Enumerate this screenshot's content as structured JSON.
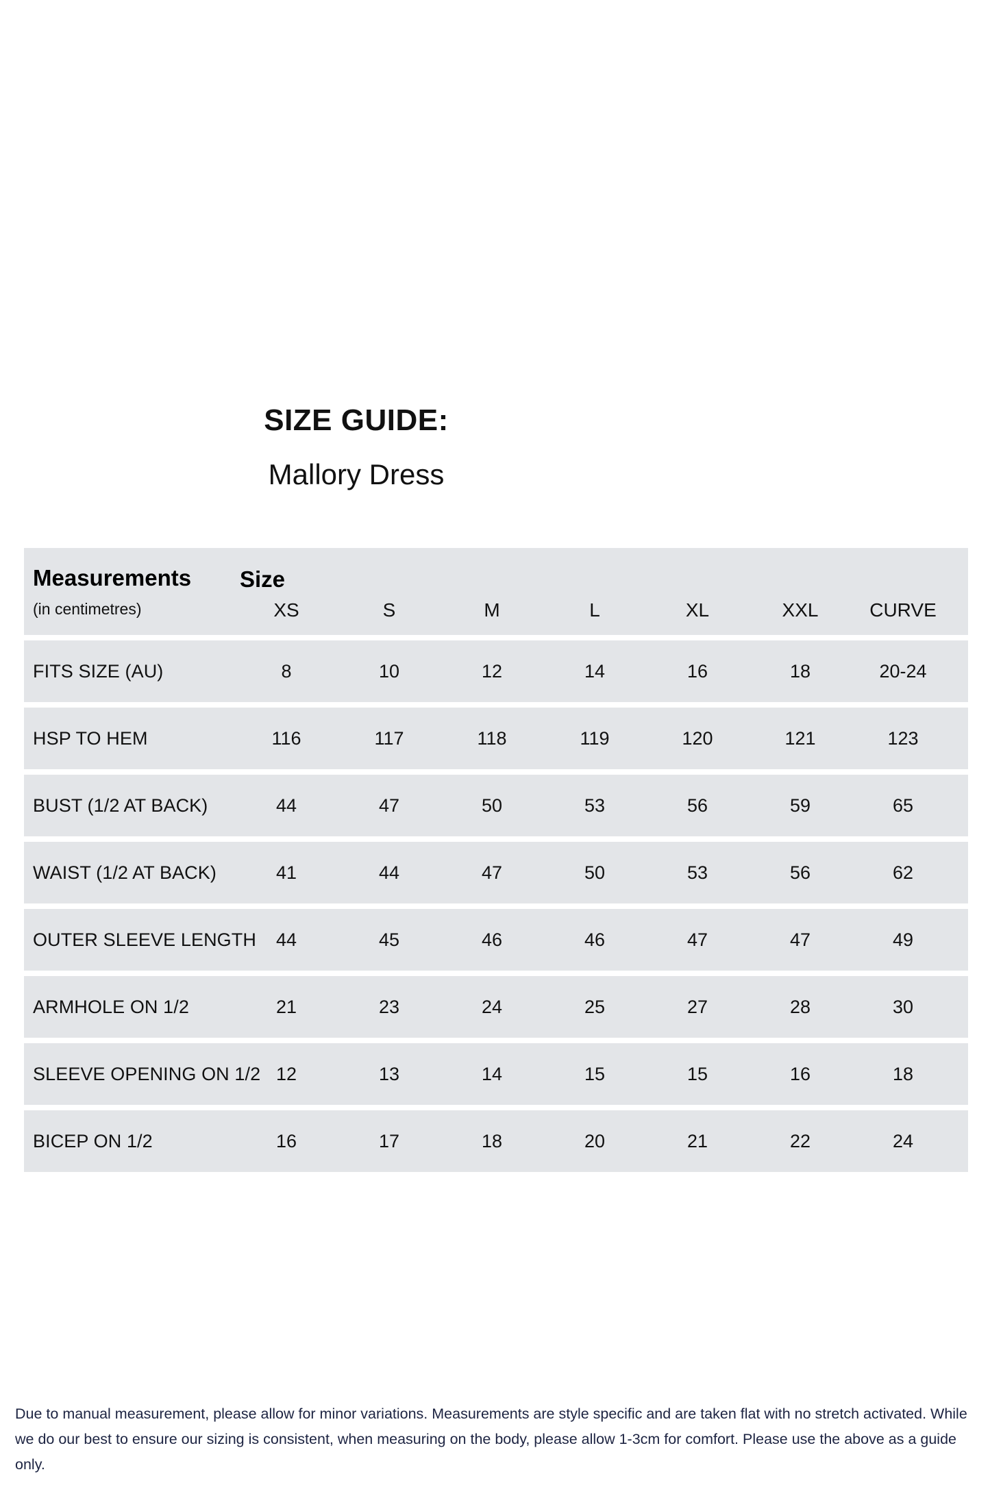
{
  "title": {
    "main": "SIZE GUIDE:",
    "sub": "Mallory Dress"
  },
  "table": {
    "header": {
      "measurements_label": "Measurements",
      "measurements_sublabel": "(in centimetres)",
      "size_label": "Size",
      "sizes": [
        "XS",
        "S",
        "M",
        "L",
        "XL",
        "XXL",
        "CURVE"
      ]
    },
    "rows": [
      {
        "label": "FITS SIZE (AU)",
        "values": [
          "8",
          "10",
          "12",
          "14",
          "16",
          "18",
          "20-24"
        ]
      },
      {
        "label": "HSP TO HEM",
        "values": [
          "116",
          "117",
          "118",
          "119",
          "120",
          "121",
          "123"
        ]
      },
      {
        "label": "BUST (1/2 AT BACK)",
        "values": [
          "44",
          "47",
          "50",
          "53",
          "56",
          "59",
          "65"
        ]
      },
      {
        "label": "WAIST (1/2 AT BACK)",
        "values": [
          "41",
          "44",
          "47",
          "50",
          "53",
          "56",
          "62"
        ]
      },
      {
        "label": "OUTER SLEEVE LENGTH",
        "values": [
          "44",
          "45",
          "46",
          "46",
          "47",
          "47",
          "49"
        ]
      },
      {
        "label": "ARMHOLE ON 1/2",
        "values": [
          "21",
          "23",
          "24",
          "25",
          "27",
          "28",
          "30"
        ]
      },
      {
        "label": "SLEEVE OPENING ON 1/2",
        "values": [
          "12",
          "13",
          "14",
          "15",
          "15",
          "16",
          "18"
        ]
      },
      {
        "label": "BICEP ON 1/2",
        "values": [
          "16",
          "17",
          "18",
          "20",
          "21",
          "22",
          "24"
        ]
      }
    ]
  },
  "footnote": {
    "text": "Due to manual measurement, please allow for minor variations. Measurements are style specific and are taken flat with no stretch activated. While we do our best to ensure our sizing is consistent, when measuring on the body, please allow 1-3cm for comfort. Please use the above as a guide only."
  },
  "colors": {
    "row_background": "#e3e5e8",
    "page_background": "#ffffff",
    "text": "#111111",
    "footnote_text": "#1d2442"
  }
}
